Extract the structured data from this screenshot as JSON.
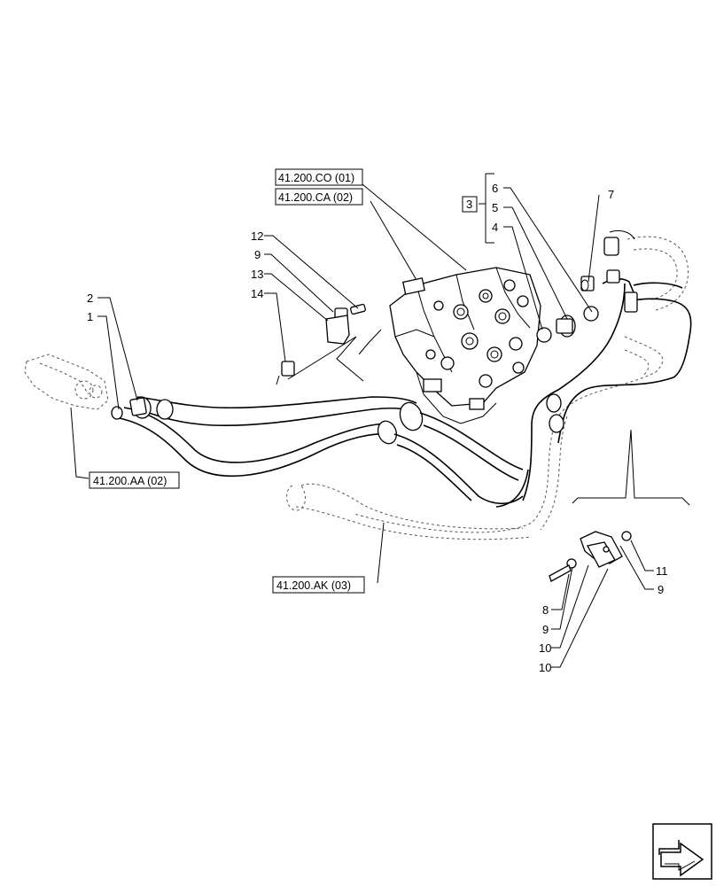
{
  "references": {
    "co01": "41.200.CO (01)",
    "ca02": "41.200.CA (02)",
    "aa02": "41.200.AA (02)",
    "ak03": "41.200.AK (03)"
  },
  "group_label": "3",
  "callouts": {
    "c1": "1",
    "c2": "2",
    "c4": "4",
    "c5": "5",
    "c6": "6",
    "c7": "7",
    "c8": "8",
    "c9a": "9",
    "c9b": "9",
    "c9c": "9",
    "c10a": "10",
    "c10b": "10",
    "c11": "11",
    "c12": "12",
    "c13": "13",
    "c14": "14"
  },
  "nav": {
    "icon": "next-page-arrow-icon"
  }
}
